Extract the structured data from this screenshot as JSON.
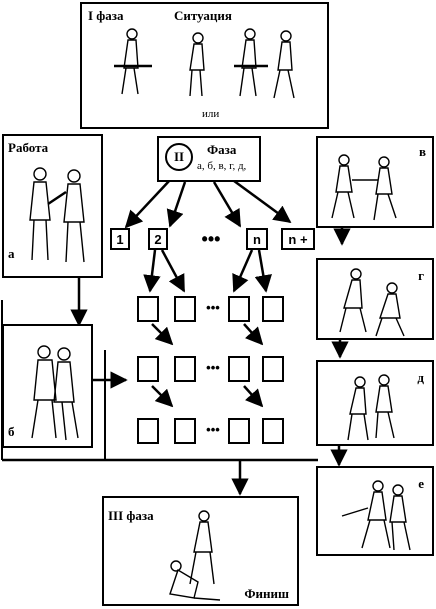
{
  "phase1": {
    "title": "I фаза",
    "situation": "Ситуация",
    "or": "или"
  },
  "work": {
    "title": "Работа",
    "label_a": "а",
    "label_b": "б"
  },
  "phase2": {
    "roman": "II",
    "title": "Фаза",
    "subtitle": "а, б, в, г, д,"
  },
  "steps": [
    "1",
    "2",
    "n",
    "n +"
  ],
  "ellipsis": "•••",
  "right_labels": [
    "в",
    "г",
    "д",
    "е"
  ],
  "phase3": {
    "title": "III фаза",
    "finish": "Финиш"
  }
}
